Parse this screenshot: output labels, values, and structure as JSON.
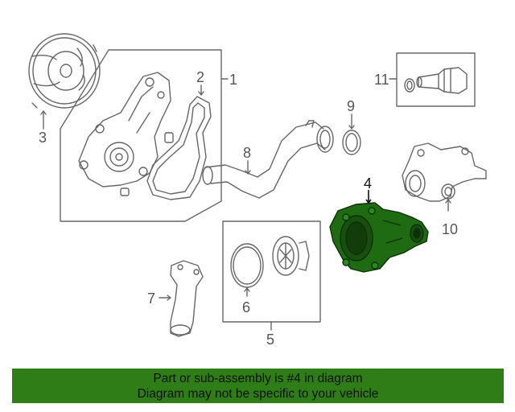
{
  "diagram": {
    "highlight_color": "#1f6b12",
    "callouts": [
      {
        "id": "label-1",
        "text": "1"
      },
      {
        "id": "label-2",
        "text": "2"
      },
      {
        "id": "label-3",
        "text": "3"
      },
      {
        "id": "label-4",
        "text": "4"
      },
      {
        "id": "label-5",
        "text": "5"
      },
      {
        "id": "label-6",
        "text": "6"
      },
      {
        "id": "label-7",
        "text": "7"
      },
      {
        "id": "label-8",
        "text": "8"
      },
      {
        "id": "label-9",
        "text": "9"
      },
      {
        "id": "label-10",
        "text": "10"
      },
      {
        "id": "label-11",
        "text": "11"
      }
    ]
  },
  "banner": {
    "line1": "Part or sub-assembly is #4 in diagram",
    "line2": "Diagram may not be specific to your vehicle",
    "color": "#2e7d16"
  }
}
